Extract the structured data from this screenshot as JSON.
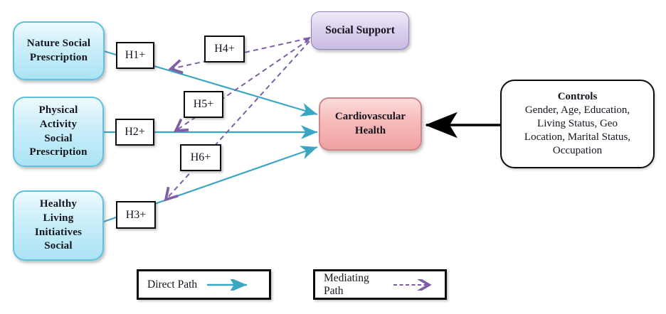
{
  "nodes": {
    "predictors": [
      {
        "label": "Nature Social\nPrescription"
      },
      {
        "label": "Physical\nActivity\nSocial\nPrescription"
      },
      {
        "label": "Healthy\nLiving\nInitiatives\nSocial"
      }
    ],
    "mediator": {
      "label": "Social Support"
    },
    "outcome": {
      "label": "Cardiovascular\nHealth"
    },
    "controls": {
      "title": "Controls",
      "body": "Gender, Age, Education,\nLiving Status, Geo\nLocation, Marital Status,\nOccupation"
    }
  },
  "hypotheses": {
    "direct": [
      {
        "label": "H1+"
      },
      {
        "label": "H2+"
      },
      {
        "label": "H3+"
      }
    ],
    "mediating": [
      {
        "label": "H4+"
      },
      {
        "label": "H5+"
      },
      {
        "label": "H6+"
      }
    ]
  },
  "legend": {
    "direct": {
      "label": "Direct Path"
    },
    "mediating": {
      "label": "Mediating Path"
    }
  },
  "colors": {
    "direct_path": "#3BA6C4",
    "mediating_path": "#7E5FA5",
    "controls_path": "#000000",
    "predictor_fill": "#BEE8F6",
    "predictor_border": "#5EC1DD",
    "mediator_fill": "#D5C9E8",
    "mediator_border": "#8F7FB5",
    "outcome_fill": "#F5AFAF",
    "outcome_border": "#CC8888"
  }
}
